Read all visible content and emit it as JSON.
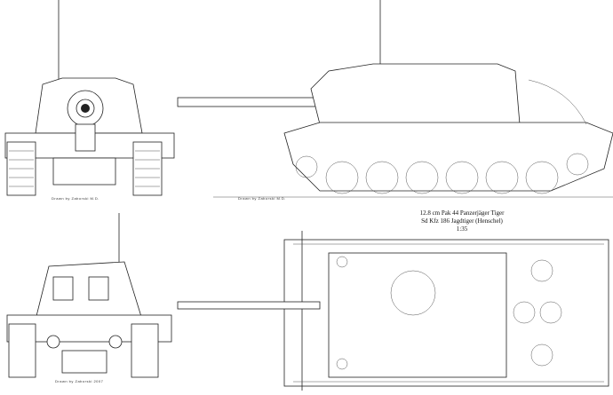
{
  "caption": {
    "line1": "12.8 cm Pak 44 Panzerjäger Tiger",
    "line2": "Sd Kfz 186  Jagdtiger  (Henschel)",
    "scale": "1:35"
  },
  "credits": {
    "front": "Drawn by Zaborski M.D.",
    "side": "Drawn by Zaborski M.D.",
    "rear": "Drawn by Zaborski 2007"
  }
}
